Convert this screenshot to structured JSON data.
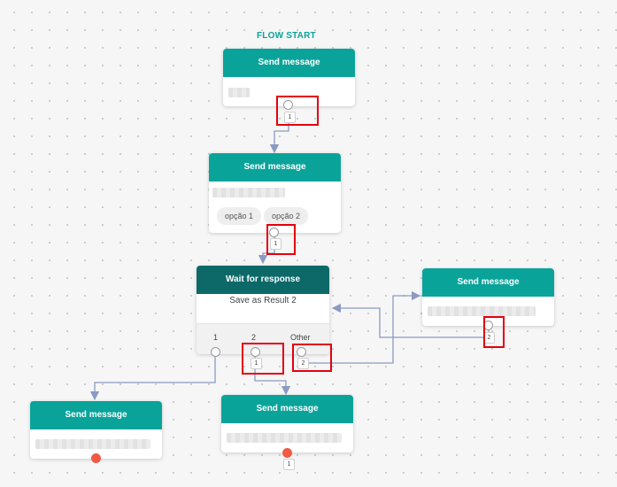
{
  "flow_start_label": "FLOW START",
  "nodes": {
    "send1": {
      "title": "Send message"
    },
    "send2": {
      "title": "Send message",
      "options": [
        "opção 1",
        "opção 2"
      ]
    },
    "wait": {
      "title": "Wait for response",
      "save_as": "Save as Result 2",
      "outputs": [
        "1",
        "2",
        "Other"
      ]
    },
    "send_right": {
      "title": "Send message"
    },
    "send_bottom_left": {
      "title": "Send message"
    },
    "send_bottom_mid": {
      "title": "Send message"
    }
  },
  "badges": {
    "send1_out": "1",
    "send2_out": "1",
    "wait_out2": "1",
    "wait_other": "2",
    "send_right_out": "2",
    "send_bottom_mid_out": "1"
  },
  "colors": {
    "header_teal": "#0aa39a",
    "header_dark_teal": "#0c6968",
    "highlight": "#e3000f",
    "wire": "#8b9ac2",
    "unconnected_port": "#f05a45"
  }
}
